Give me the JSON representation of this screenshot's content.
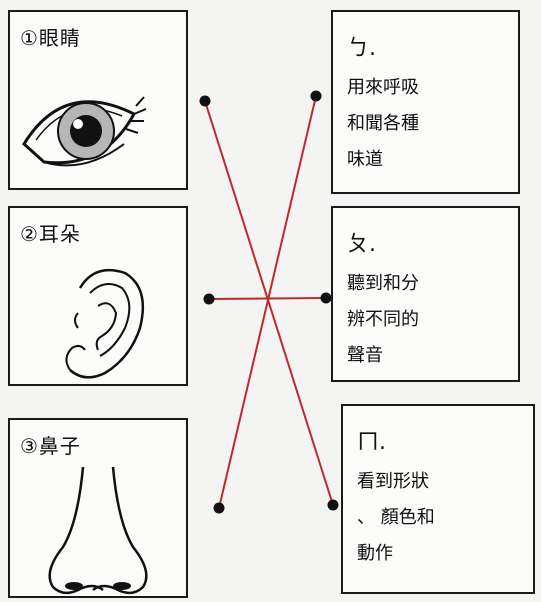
{
  "left_cards": [
    {
      "label": "①眼睛",
      "icon": "eye-icon"
    },
    {
      "label": "②耳朵",
      "icon": "ear-icon"
    },
    {
      "label": "③鼻子",
      "icon": "nose-icon"
    }
  ],
  "right_cards": [
    {
      "head": "ㄅ.",
      "lines": [
        "用來呼吸",
        "和聞各種",
        "味道"
      ]
    },
    {
      "head": "ㄆ.",
      "lines": [
        "聽到和分",
        "辨不同的",
        "聲音"
      ]
    },
    {
      "head": "ㄇ.",
      "lines": [
        "看到形狀",
        "、 顏色和",
        "動作"
      ]
    }
  ],
  "colors": {
    "line": "#c0282f",
    "dot": "#111111",
    "border": "#1a1a1a"
  }
}
